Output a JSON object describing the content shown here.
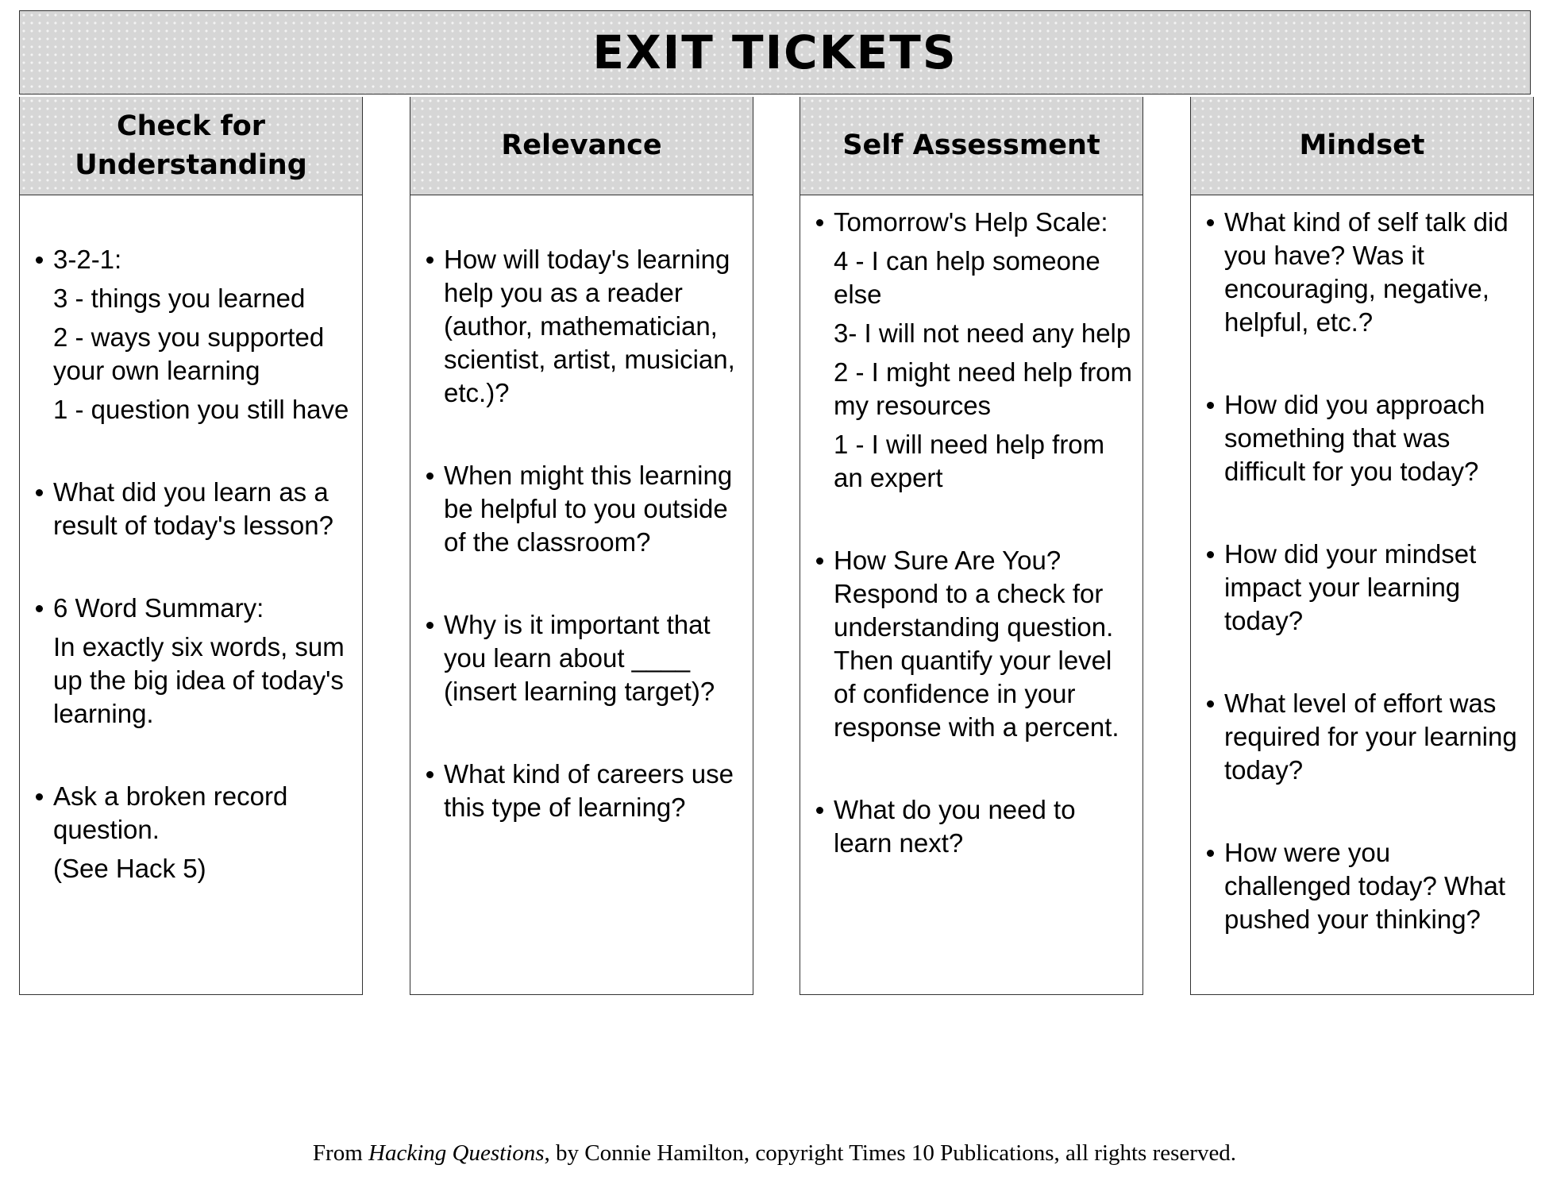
{
  "title": "EXIT TICKETS",
  "columns": [
    {
      "header": "Check for\nUnderstanding",
      "items": [
        {
          "text": "3-2-1:",
          "sub": [
            "3 - things you learned",
            "2 - ways you supported your own learning",
            "1 - question you still have"
          ]
        },
        {
          "text": "What did you learn as a result of today's lesson?",
          "sub": []
        },
        {
          "text": "6 Word Summary:",
          "sub": [
            "In exactly six words, sum up the big idea of today's learning."
          ]
        },
        {
          "text": "Ask a broken record question.",
          "sub": [
            "(See Hack 5)"
          ]
        }
      ]
    },
    {
      "header": "Relevance",
      "items": [
        {
          "text": "How will today's learning help you as a reader (author, mathematician, scientist, artist, musician, etc.)?",
          "sub": []
        },
        {
          "text": "When might this learning be helpful to you outside of the classroom?",
          "sub": []
        },
        {
          "text": "Why is it important that you learn about ____ (insert learning target)?",
          "sub": []
        },
        {
          "text": "What kind of careers use this type of learning?",
          "sub": []
        }
      ]
    },
    {
      "header": "Self Assessment",
      "items": [
        {
          "text": "Tomorrow's Help Scale:",
          "sub": [
            "4 - I can help someone else",
            "3- I will not need any help",
            "2 - I might need help from my resources",
            "1 - I will need help from an expert"
          ]
        },
        {
          "text": "How Sure Are You? Respond to a check for understanding question. Then quantify your level of confidence in your response with a percent.",
          "sub": []
        },
        {
          "text": "What do you need to learn next?",
          "sub": []
        }
      ]
    },
    {
      "header": "Mindset",
      "items": [
        {
          "text": "What kind of self talk did you have? Was it encouraging, negative, helpful, etc.?",
          "sub": []
        },
        {
          "text": " How did you approach something that was difficult for you today?",
          "sub": []
        },
        {
          "text": "How did your mindset impact your learning today?",
          "sub": []
        },
        {
          "text": "What level of effort was required for your learning today?",
          "sub": []
        },
        {
          "text": "How were you challenged today? What pushed your thinking?",
          "sub": []
        }
      ]
    }
  ],
  "footer": {
    "prefix": "From ",
    "book": "Hacking Questions",
    "suffix": ", by Connie Hamilton, copyright Times 10 Publications, all rights reserved."
  }
}
